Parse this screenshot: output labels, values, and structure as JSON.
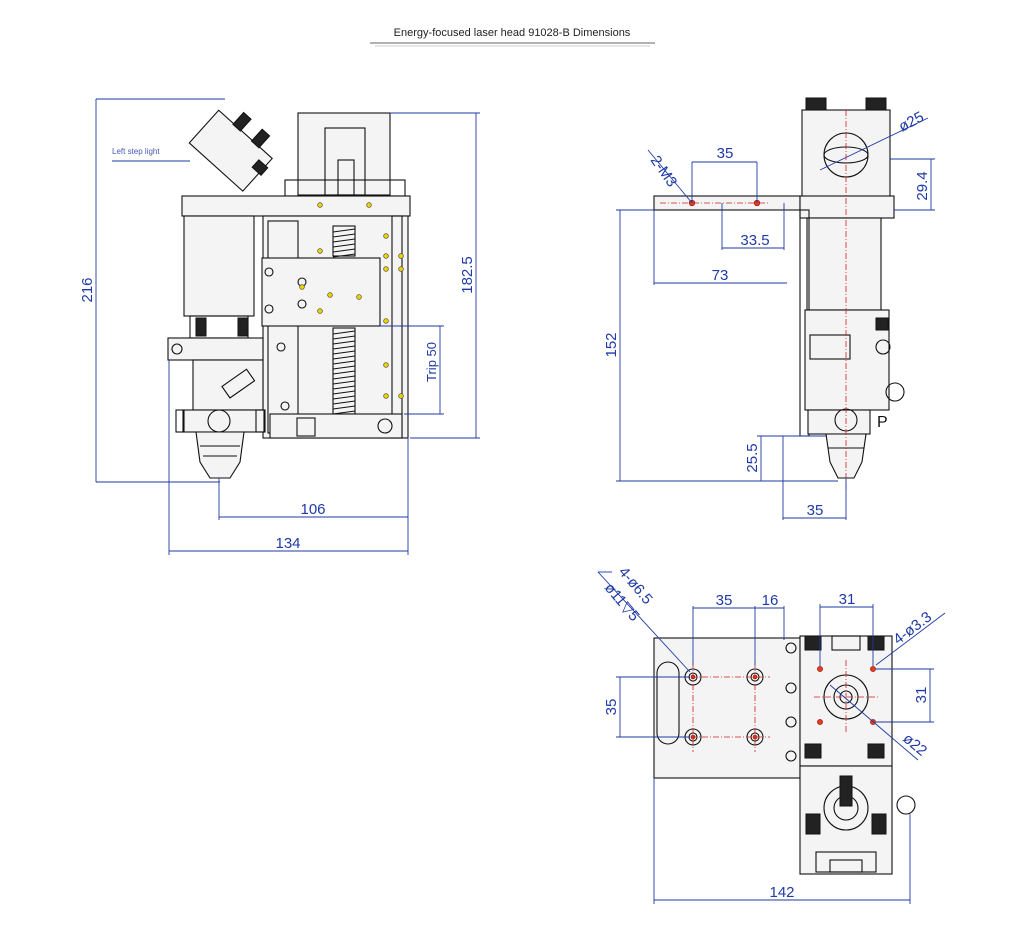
{
  "title": "Energy-focused laser head 91028-B Dimensions",
  "front_view": {
    "note_left_step_light": "Left step light",
    "dim_216": "216",
    "dim_182_5": "182.5",
    "dim_trip": "Trip 50",
    "dim_106": "106",
    "dim_134": "134"
  },
  "side_view": {
    "dim_2m3": "2-M3",
    "dim_35_top": "35",
    "dim_33_5": "33.5",
    "dim_73": "73",
    "dim_phi25": "ø25",
    "dim_29_4": "29.4",
    "dim_152": "152",
    "dim_25_5": "25.5",
    "dim_35_bottom": "35",
    "label_p": "P"
  },
  "top_view": {
    "dim_4_phi6_5": "4-ø6.5",
    "dim_phi11_5": "ø11▽5",
    "dim_35_h": "35",
    "dim_16": "16",
    "dim_31_h": "31",
    "dim_4_phi3_3": "4-ø3.3",
    "dim_35_v": "35",
    "dim_31_v": "31",
    "dim_phi22": "ø22",
    "dim_142": "142"
  }
}
